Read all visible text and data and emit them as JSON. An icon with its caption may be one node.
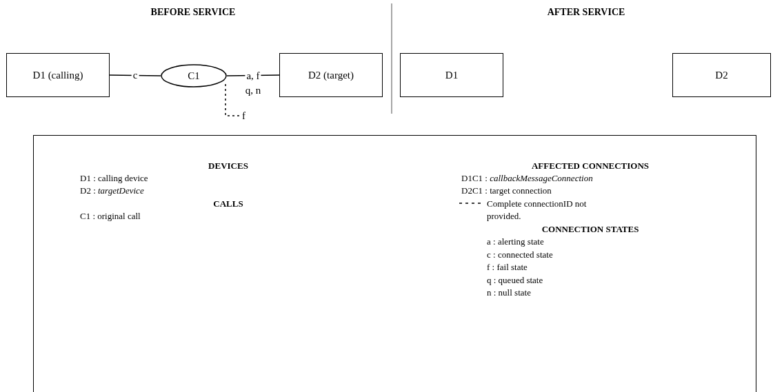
{
  "diagram": {
    "nodes": [
      {
        "text": [
          "D1 (calling)"
        ]
      },
      {
        "text": [
          "C1"
        ]
      },
      {
        "text": [
          "D2 (target)"
        ]
      },
      {
        "text": [
          "D1"
        ]
      },
      {
        "text": [
          "D2"
        ]
      },
      {
        "text": [
          "DEVICES",
          "D1 : calling device",
          "D2 : *targetDevice*",
          "CALLS",
          "C1 : original call",
          "AFFECTED CONNECTIONS",
          "D1C1 : *callbackMessageConnection*",
          "D2C1 : target connection",
          "CONNECTION STATES",
          "a : alerting state",
          "c : connected state",
          "f : fail state",
          "q : queued state",
          "n : null state"
        ]
      }
    ],
    "edges": [
      {
        "from": 0,
        "to": 1,
        "arrow": "none",
        "label": "c"
      },
      {
        "from": 1,
        "to": 2,
        "arrow": "none",
        "label": "a, f"
      },
      {
        "from": 1,
        "to": null,
        "arrow": "none",
        "label": "f",
        "style": "dashed"
      }
    ],
    "labels": [
      "BEFORE SERVICE",
      "AFTER SERVICE",
      "q, n"
    ],
    "legend": [
      {
        "text": "Complete connectionID not provided."
      }
    ]
  }
}
